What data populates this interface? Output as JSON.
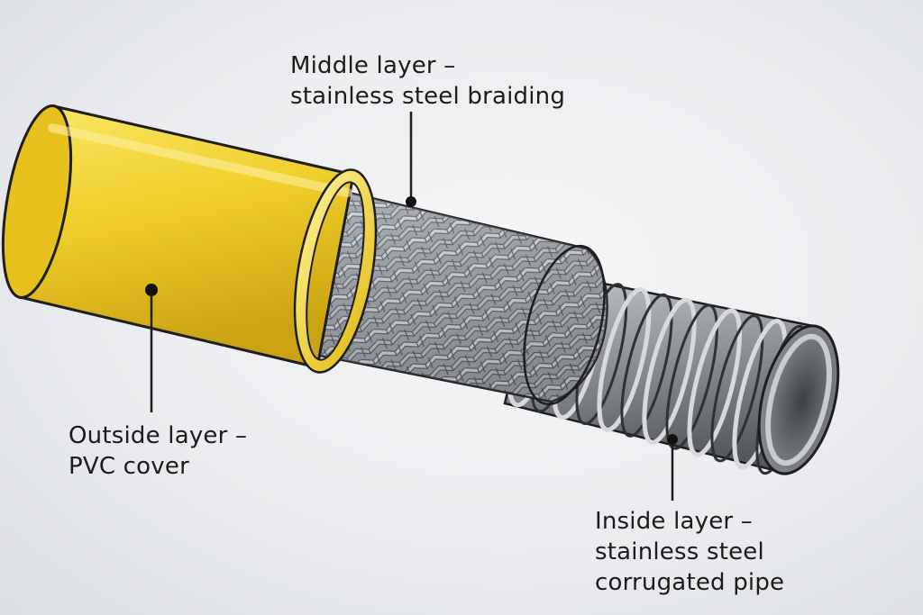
{
  "labels": {
    "middle": [
      "Middle layer –",
      "stainless steel braiding"
    ],
    "outside": [
      "Outside layer –",
      "PVC cover"
    ],
    "inside": [
      "Inside layer –",
      "stainless steel",
      "corrugated pipe"
    ]
  },
  "colors": {
    "pvc_light": "#f7e25a",
    "pvc_mid": "#f1cf2c",
    "pvc_dark": "#cda614",
    "steel_light": "#d9dbde",
    "steel_mid": "#9a9da2",
    "steel_dark": "#4c4f54",
    "outline": "#1e1e1e",
    "leader": "#1e1e1e"
  }
}
